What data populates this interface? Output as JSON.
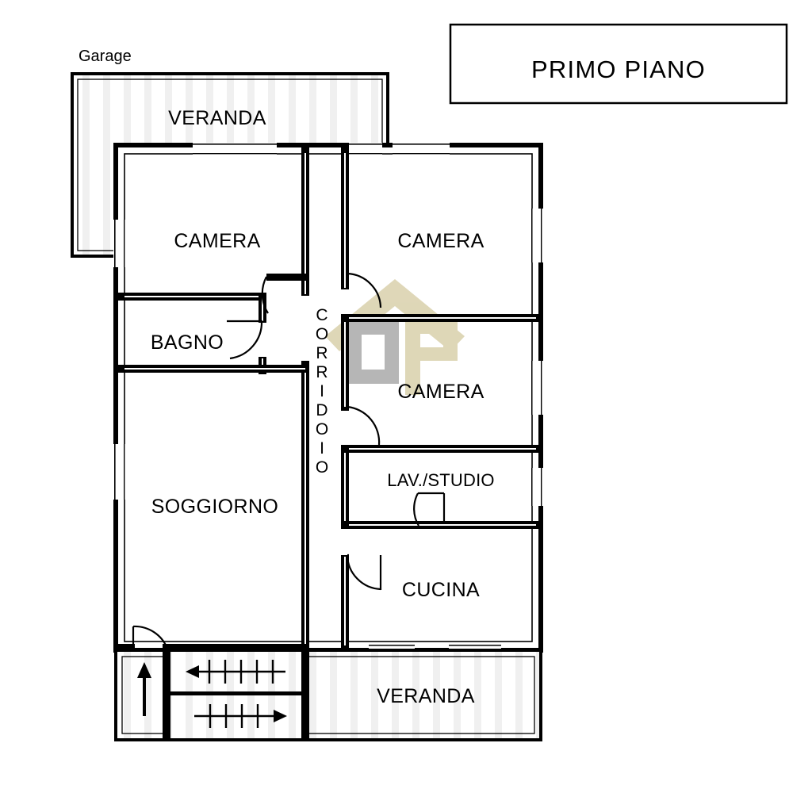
{
  "document": {
    "kind": "floor-plan",
    "language": "it"
  },
  "title_box": {
    "text": "PRIMO PIANO"
  },
  "annotations": {
    "garage_label": "Garage"
  },
  "rooms": [
    {
      "id": "veranda-top",
      "label": "VERANDA",
      "hatched": true
    },
    {
      "id": "camera-nw",
      "label": "CAMERA",
      "hatched": false
    },
    {
      "id": "camera-ne",
      "label": "CAMERA",
      "hatched": false
    },
    {
      "id": "camera-e",
      "label": "CAMERA",
      "hatched": false
    },
    {
      "id": "bagno",
      "label": "BAGNO",
      "hatched": false
    },
    {
      "id": "corridoio",
      "label": "CORRIDOIO",
      "hatched": false
    },
    {
      "id": "soggiorno",
      "label": "SOGGIORNO",
      "hatched": false
    },
    {
      "id": "lav-studio",
      "label": "LAV./STUDIO",
      "hatched": false
    },
    {
      "id": "cucina",
      "label": "CUCINA",
      "hatched": false
    },
    {
      "id": "veranda-bottom",
      "label": "VERANDA",
      "hatched": true
    }
  ],
  "corridor": {
    "letters": [
      "C",
      "O",
      "R",
      "R",
      "I",
      "D",
      "O",
      "I",
      "O"
    ]
  },
  "stairs": {
    "flight_upper_direction": "left",
    "flight_lower_direction": "right",
    "landing_arrow_direction": "up",
    "treads_upper": 6,
    "treads_lower": 5
  },
  "colors": {
    "wall": "#000000",
    "background": "#ffffff",
    "hatch": "#e9e9e9",
    "watermark_beige": "#ddd5b4",
    "watermark_gray": "#b3b3b3"
  },
  "watermark": {
    "name": "house-logo",
    "letters": "DP"
  }
}
